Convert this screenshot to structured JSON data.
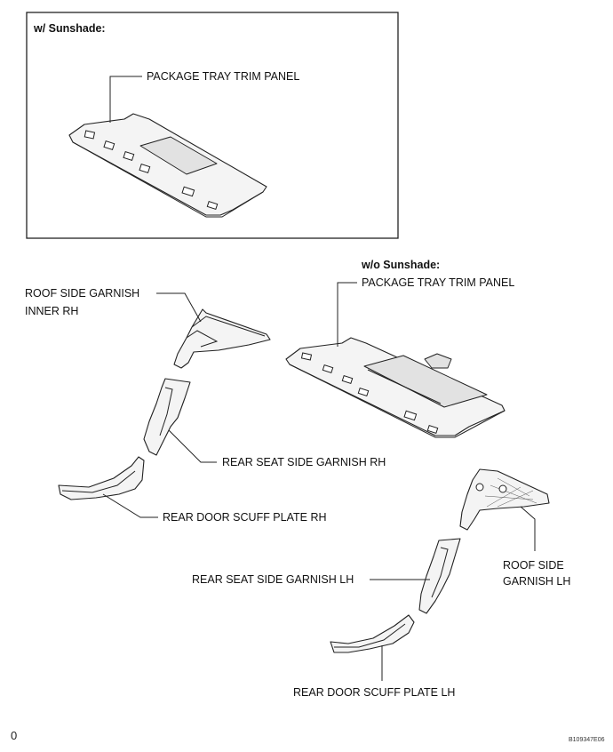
{
  "diagram": {
    "inset_title": "w/ Sunshade:",
    "main_title": "w/o Sunshade:",
    "labels": {
      "package_tray_with": "PACKAGE TRAY TRIM PANEL",
      "package_tray_without": "PACKAGE TRAY TRIM PANEL",
      "roof_side_rh_line1": "ROOF SIDE GARNISH",
      "roof_side_rh_line2": "INNER RH",
      "rear_seat_rh": "REAR SEAT SIDE GARNISH RH",
      "scuff_rh": "REAR DOOR SCUFF PLATE RH",
      "roof_side_lh_line1": "ROOF SIDE",
      "roof_side_lh_line2": "GARNISH LH",
      "rear_seat_lh": "REAR SEAT SIDE GARNISH LH",
      "scuff_lh": "REAR DOOR SCUFF PLATE LH"
    },
    "corner_mark": "0",
    "figure_id": "B109347E06"
  }
}
